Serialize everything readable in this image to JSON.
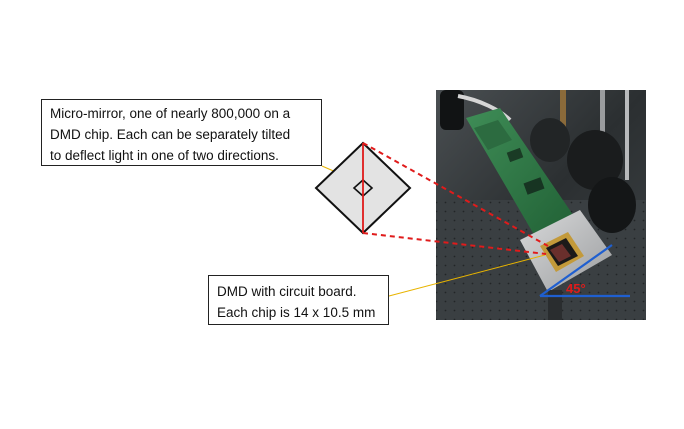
{
  "callouts": {
    "mirror": {
      "lines": [
        "Micro-mirror, one of nearly 800,000 on a",
        "DMD chip. Each can be separately tilted",
        "to deflect light in one of two directions."
      ]
    },
    "board": {
      "lines": [
        "DMD with circuit board.",
        "Each chip is 14 x 10.5 mm"
      ]
    }
  },
  "photo": {
    "angle_label": "45°"
  },
  "colors": {
    "leader_line": "#e8b400",
    "zoom_lines": "#e01b1b",
    "tilt_axis": "#e01b1b",
    "angle_lines": "#1f5fd0",
    "mirror_fill": "#e3e3e3"
  }
}
